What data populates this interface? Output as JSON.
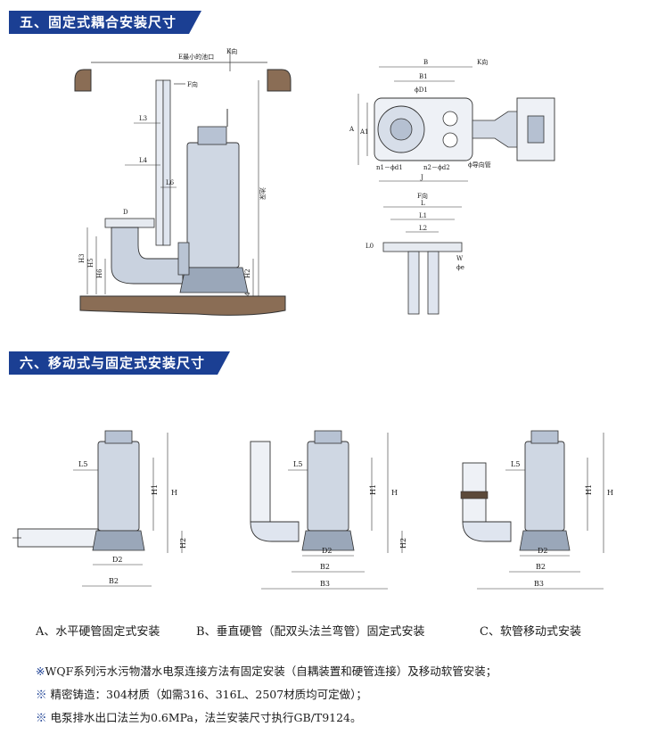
{
  "section5": {
    "title": "五、固定式耦合安装尺寸",
    "labels": {
      "k_dir": "K向",
      "e_min": "E最小的池口",
      "f_dir": "F向",
      "l3": "L3",
      "l4": "L4",
      "l6": "L6",
      "d": "D",
      "h3": "H3",
      "h5": "H5",
      "h6": "H6",
      "h2": "H2",
      "h4": "H4",
      "pool_depth": "池深"
    },
    "plan": {
      "b": "B",
      "b1": "B1",
      "k_dir": "K向",
      "phi_d1": "ϕD1",
      "a": "A",
      "a1": "A1",
      "n1": "n1－ϕd1",
      "n2": "n2－ϕd2",
      "guide": "ϕ导向管",
      "j": "J"
    },
    "fview": {
      "title": "F向",
      "l": "L",
      "l1": "L1",
      "l2": "L2",
      "l0": "L0",
      "w": "W",
      "phi_e": "ϕe"
    }
  },
  "section6": {
    "title": "六、移动式与固定式安装尺寸",
    "labels": {
      "l5": "L5",
      "h": "H",
      "h1": "H1",
      "h2": "H2",
      "d2": "D2",
      "b2": "B2",
      "b3": "B3"
    },
    "captions": {
      "a": "A、水平硬管固定式安装",
      "b": "B、垂直硬管（配双头法兰弯管）固定式安装",
      "c": "C、软管移动式安装"
    }
  },
  "notes": [
    {
      "mark": "※",
      "text": "WQF系列污水污物潜水电泵连接方法有固定安装（自耦装置和硬管连接）及移动软管安装；"
    },
    {
      "mark": "※",
      "text": " 精密铸造：304材质（如需316、316L、2507材质均可定做）；"
    },
    {
      "mark": "※",
      "text": " 电泵排水出口法兰为0.6MPa，法兰安装尺寸执行GB/T9124。"
    }
  ]
}
